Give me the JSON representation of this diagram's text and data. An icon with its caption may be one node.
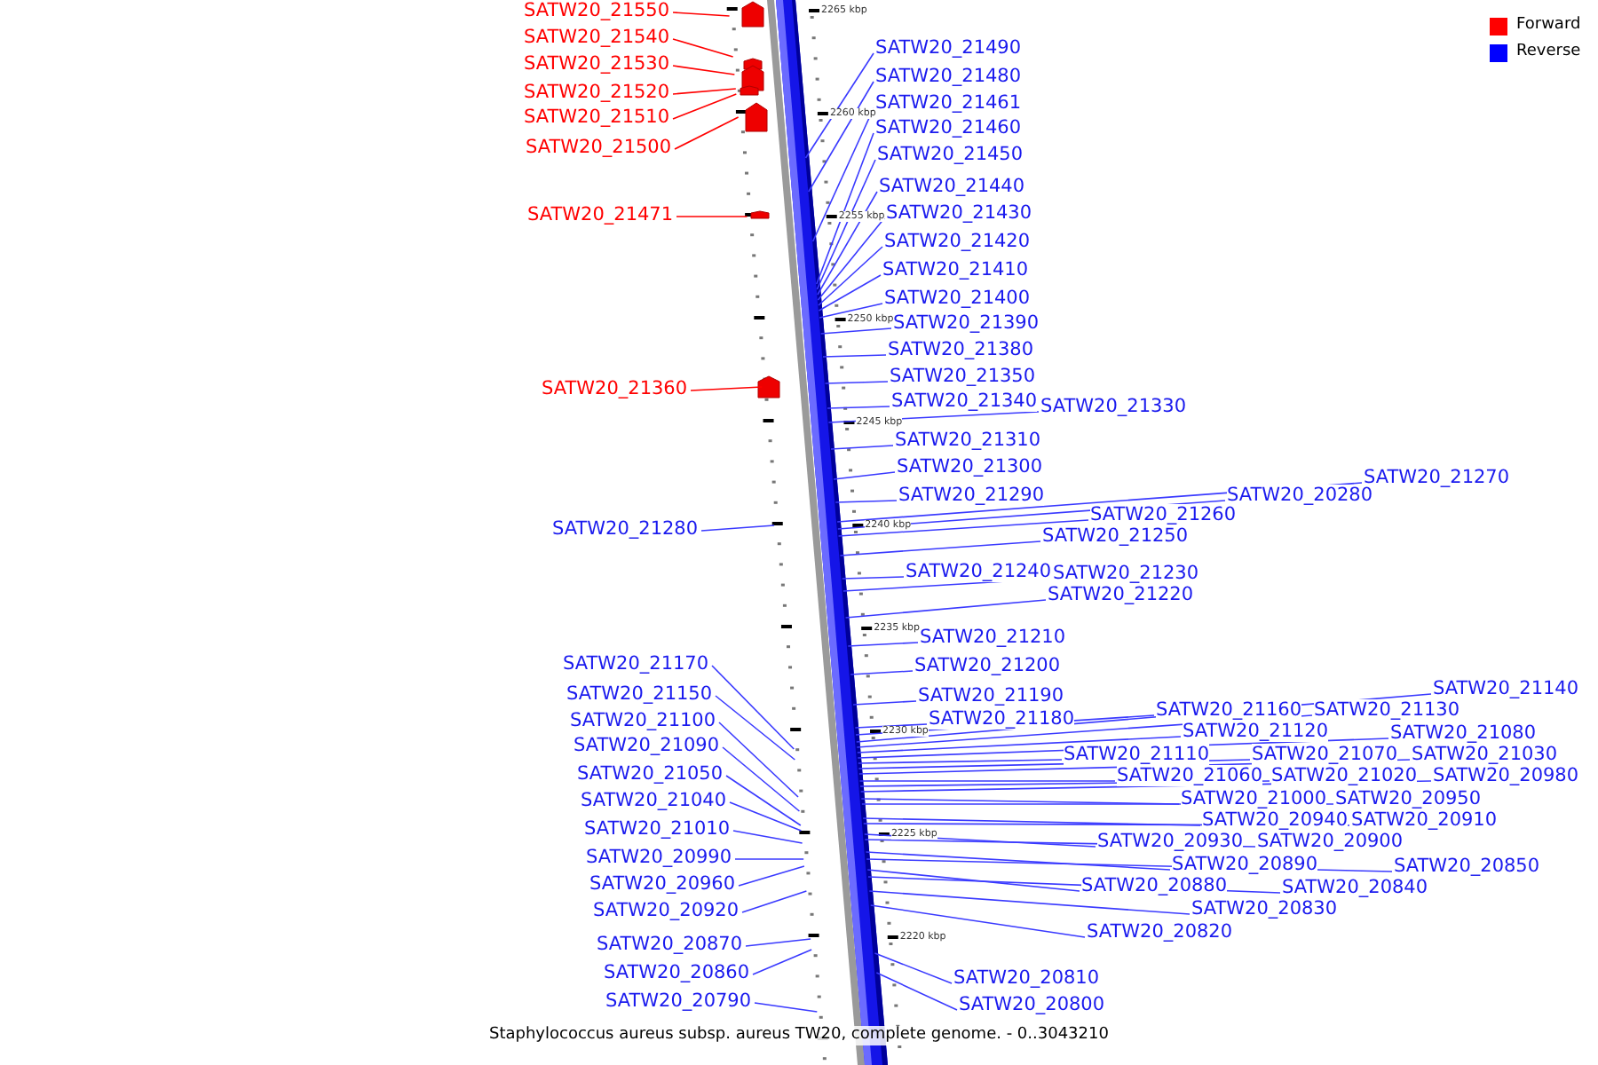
{
  "diagram": {
    "caption": "Staphylococcus aureus subsp. aureus TW20, complete genome. - 0..3043210",
    "nodes": [
      {
        "text": [
          "SATW20_21550"
        ]
      },
      {
        "text": [
          "SATW20_21540"
        ]
      },
      {
        "text": [
          "SATW20_21530"
        ]
      },
      {
        "text": [
          "SATW20_21520"
        ]
      },
      {
        "text": [
          "SATW20_21510"
        ]
      },
      {
        "text": [
          "SATW20_21500"
        ]
      },
      {
        "text": [
          "SATW20_21471"
        ]
      },
      {
        "text": [
          "SATW20_21360"
        ]
      },
      {
        "text": [
          "SATW20_21280"
        ]
      },
      {
        "text": [
          "SATW20_21490"
        ]
      },
      {
        "text": [
          "SATW20_21480"
        ]
      },
      {
        "text": [
          "SATW20_21461"
        ]
      },
      {
        "text": [
          "SATW20_21460"
        ]
      },
      {
        "text": [
          "SATW20_21450"
        ]
      },
      {
        "text": [
          "SATW20_21440"
        ]
      },
      {
        "text": [
          "SATW20_21430"
        ]
      },
      {
        "text": [
          "SATW20_21420"
        ]
      },
      {
        "text": [
          "SATW20_21410"
        ]
      },
      {
        "text": [
          "SATW20_21400"
        ]
      },
      {
        "text": [
          "SATW20_21390"
        ]
      },
      {
        "text": [
          "SATW20_21380"
        ]
      },
      {
        "text": [
          "SATW20_21350"
        ]
      },
      {
        "text": [
          "SATW20_21340"
        ]
      },
      {
        "text": [
          "SATW20_21330"
        ]
      },
      {
        "text": [
          "SATW20_21310"
        ]
      },
      {
        "text": [
          "SATW20_21300"
        ]
      },
      {
        "text": [
          "SATW20_21290"
        ]
      },
      {
        "text": [
          "SATW20_21270"
        ]
      },
      {
        "text": [
          "SATW20_20280"
        ]
      },
      {
        "text": [
          "SATW20_21260"
        ]
      },
      {
        "text": [
          "SATW20_21250"
        ]
      },
      {
        "text": [
          "SATW20_21240"
        ]
      },
      {
        "text": [
          "SATW20_21230"
        ]
      },
      {
        "text": [
          "SATW20_21220"
        ]
      },
      {
        "text": [
          "SATW20_21210"
        ]
      },
      {
        "text": [
          "SATW20_21200"
        ]
      },
      {
        "text": [
          "SATW20_21190"
        ]
      },
      {
        "text": [
          "SATW20_21180"
        ]
      },
      {
        "text": [
          "SATW20_21160"
        ]
      },
      {
        "text": [
          "SATW20_21140"
        ]
      },
      {
        "text": [
          "SATW20_21130"
        ]
      },
      {
        "text": [
          "SATW20_21120"
        ]
      },
      {
        "text": [
          "SATW20_21080"
        ]
      },
      {
        "text": [
          "SATW20_21110"
        ]
      },
      {
        "text": [
          "SATW20_21070"
        ]
      },
      {
        "text": [
          "SATW20_21030"
        ]
      },
      {
        "text": [
          "SATW20_21060"
        ]
      },
      {
        "text": [
          "SATW20_21020"
        ]
      },
      {
        "text": [
          "SATW20_20980"
        ]
      },
      {
        "text": [
          "SATW20_21000"
        ]
      },
      {
        "text": [
          "SATW20_20950"
        ]
      },
      {
        "text": [
          "SATW20_20940"
        ]
      },
      {
        "text": [
          "SATW20_20910"
        ]
      },
      {
        "text": [
          "SATW20_20930"
        ]
      },
      {
        "text": [
          "SATW20_20900"
        ]
      },
      {
        "text": [
          "SATW20_20890"
        ]
      },
      {
        "text": [
          "SATW20_20850"
        ]
      },
      {
        "text": [
          "SATW20_20880"
        ]
      },
      {
        "text": [
          "SATW20_20840"
        ]
      },
      {
        "text": [
          "SATW20_20830"
        ]
      },
      {
        "text": [
          "SATW20_20820"
        ]
      },
      {
        "text": [
          "SATW20_20810"
        ]
      },
      {
        "text": [
          "SATW20_20800"
        ]
      },
      {
        "text": [
          "SATW20_21170"
        ]
      },
      {
        "text": [
          "SATW20_21150"
        ]
      },
      {
        "text": [
          "SATW20_21100"
        ]
      },
      {
        "text": [
          "SATW20_21090"
        ]
      },
      {
        "text": [
          "SATW20_21050"
        ]
      },
      {
        "text": [
          "SATW20_21040"
        ]
      },
      {
        "text": [
          "SATW20_21010"
        ]
      },
      {
        "text": [
          "SATW20_20990"
        ]
      },
      {
        "text": [
          "SATW20_20960"
        ]
      },
      {
        "text": [
          "SATW20_20920"
        ]
      },
      {
        "text": [
          "SATW20_20870"
        ]
      },
      {
        "text": [
          "SATW20_20860"
        ]
      },
      {
        "text": [
          "SATW20_20790"
        ]
      }
    ],
    "edges": [
      {
        "from": 0,
        "to": null,
        "arrow": "none",
        "color": "#ff0000"
      },
      {
        "from": 1,
        "to": null,
        "arrow": "none",
        "color": "#ff0000"
      },
      {
        "from": 2,
        "to": null,
        "arrow": "none",
        "color": "#ff0000"
      },
      {
        "from": 3,
        "to": null,
        "arrow": "none",
        "color": "#ff0000"
      },
      {
        "from": 4,
        "to": null,
        "arrow": "none",
        "color": "#ff0000"
      },
      {
        "from": 5,
        "to": null,
        "arrow": "none",
        "color": "#ff0000"
      },
      {
        "from": 6,
        "to": null,
        "arrow": "none",
        "color": "#ff0000"
      },
      {
        "from": 7,
        "to": null,
        "arrow": "none",
        "color": "#ff0000"
      },
      {
        "from": 8,
        "to": null,
        "arrow": "none"
      },
      {
        "from": 9,
        "to": null,
        "arrow": "none"
      },
      {
        "from": 10,
        "to": null,
        "arrow": "none"
      },
      {
        "from": 11,
        "to": null,
        "arrow": "none"
      },
      {
        "from": 12,
        "to": null,
        "arrow": "none"
      },
      {
        "from": 13,
        "to": null,
        "arrow": "none"
      },
      {
        "from": 14,
        "to": null,
        "arrow": "none"
      },
      {
        "from": 15,
        "to": null,
        "arrow": "none"
      },
      {
        "from": 16,
        "to": null,
        "arrow": "none"
      },
      {
        "from": 17,
        "to": null,
        "arrow": "none"
      },
      {
        "from": 18,
        "to": null,
        "arrow": "none"
      },
      {
        "from": 19,
        "to": null,
        "arrow": "none"
      },
      {
        "from": 20,
        "to": null,
        "arrow": "none"
      },
      {
        "from": 21,
        "to": null,
        "arrow": "none"
      },
      {
        "from": 22,
        "to": null,
        "arrow": "none"
      },
      {
        "from": 23,
        "to": null,
        "arrow": "none"
      },
      {
        "from": 24,
        "to": null,
        "arrow": "none"
      },
      {
        "from": 25,
        "to": null,
        "arrow": "none"
      },
      {
        "from": 26,
        "to": null,
        "arrow": "none"
      },
      {
        "from": 27,
        "to": null,
        "arrow": "none"
      },
      {
        "from": 28,
        "to": null,
        "arrow": "none"
      },
      {
        "from": 29,
        "to": null,
        "arrow": "none"
      },
      {
        "from": 30,
        "to": null,
        "arrow": "none"
      },
      {
        "from": 31,
        "to": null,
        "arrow": "none"
      },
      {
        "from": 32,
        "to": null,
        "arrow": "none"
      },
      {
        "from": 33,
        "to": null,
        "arrow": "none"
      },
      {
        "from": 34,
        "to": null,
        "arrow": "none"
      },
      {
        "from": 35,
        "to": null,
        "arrow": "none"
      },
      {
        "from": 36,
        "to": null,
        "arrow": "none"
      },
      {
        "from": 37,
        "to": null,
        "arrow": "none"
      },
      {
        "from": 38,
        "to": null,
        "arrow": "none"
      },
      {
        "from": 39,
        "to": null,
        "arrow": "none"
      },
      {
        "from": 40,
        "to": null,
        "arrow": "none"
      },
      {
        "from": 41,
        "to": null,
        "arrow": "none"
      },
      {
        "from": 42,
        "to": null,
        "arrow": "none"
      },
      {
        "from": 43,
        "to": null,
        "arrow": "none"
      },
      {
        "from": 44,
        "to": null,
        "arrow": "none"
      },
      {
        "from": 45,
        "to": null,
        "arrow": "none"
      },
      {
        "from": 46,
        "to": null,
        "arrow": "none"
      },
      {
        "from": 47,
        "to": null,
        "arrow": "none"
      },
      {
        "from": 48,
        "to": null,
        "arrow": "none"
      },
      {
        "from": 49,
        "to": null,
        "arrow": "none"
      },
      {
        "from": 50,
        "to": null,
        "arrow": "none"
      },
      {
        "from": 51,
        "to": null,
        "arrow": "none"
      },
      {
        "from": 52,
        "to": null,
        "arrow": "none"
      },
      {
        "from": 53,
        "to": null,
        "arrow": "none"
      },
      {
        "from": 54,
        "to": null,
        "arrow": "none"
      },
      {
        "from": 55,
        "to": null,
        "arrow": "none"
      },
      {
        "from": 56,
        "to": null,
        "arrow": "none"
      },
      {
        "from": 57,
        "to": null,
        "arrow": "none"
      },
      {
        "from": 58,
        "to": null,
        "arrow": "none"
      },
      {
        "from": 59,
        "to": null,
        "arrow": "none"
      },
      {
        "from": 60,
        "to": null,
        "arrow": "none"
      },
      {
        "from": 61,
        "to": null,
        "arrow": "none"
      },
      {
        "from": 62,
        "to": null,
        "arrow": "none"
      },
      {
        "from": 63,
        "to": null,
        "arrow": "none"
      },
      {
        "from": 64,
        "to": null,
        "arrow": "none"
      },
      {
        "from": 65,
        "to": null,
        "arrow": "none"
      },
      {
        "from": 66,
        "to": null,
        "arrow": "none"
      },
      {
        "from": 67,
        "to": null,
        "arrow": "none"
      },
      {
        "from": 68,
        "to": null,
        "arrow": "none"
      },
      {
        "from": 69,
        "to": null,
        "arrow": "none"
      },
      {
        "from": 70,
        "to": null,
        "arrow": "none"
      },
      {
        "from": 71,
        "to": null,
        "arrow": "none"
      },
      {
        "from": 72,
        "to": null,
        "arrow": "none"
      },
      {
        "from": 73,
        "to": null,
        "arrow": "none"
      },
      {
        "from": 74,
        "to": null,
        "arrow": "none"
      },
      {
        "from": 75,
        "to": null,
        "arrow": "none"
      }
    ],
    "labels": [
      "2265 kbp",
      "2260 kbp",
      "2255 kbp",
      "2250 kbp",
      "2245 kbp",
      "2240 kbp",
      "2235 kbp",
      "2230 kbp",
      "2225 kbp",
      "2220 kbp"
    ],
    "legend": [
      {
        "text": "Forward",
        "color": "#ff0000"
      },
      {
        "text": "Reverse",
        "color": "#0000ff"
      }
    ]
  }
}
